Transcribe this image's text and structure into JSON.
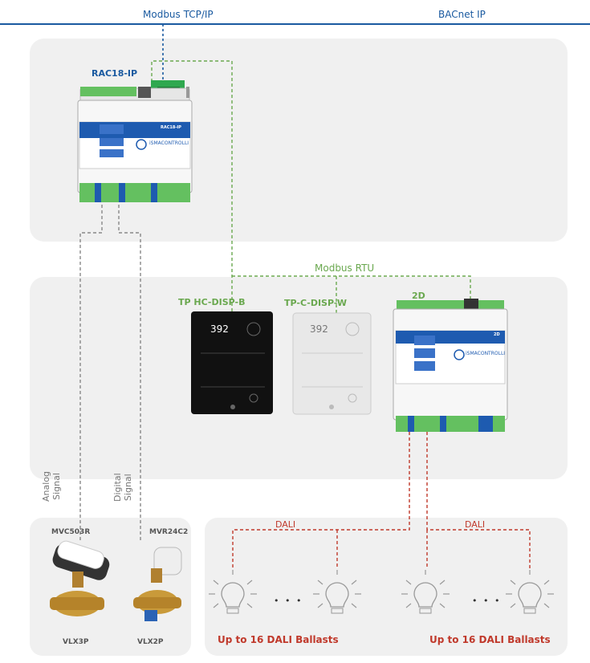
{
  "networks": {
    "modbus_tcp": "Modbus TCP/IP",
    "bacnet": "BACnet IP",
    "modbus_rtu": "Modbus RTU"
  },
  "devices": {
    "controller": {
      "label": "RAC18-IP",
      "panel_name": "RAC18-IP",
      "brand": "iSMACONTROLLI"
    },
    "panel_black": {
      "label": "TP HC-DISP-B",
      "display": "392"
    },
    "panel_white": {
      "label": "TP-C-DISP-W",
      "display": "392"
    },
    "dali_module": {
      "label": "2D",
      "panel_name": "2D",
      "brand": "iSMACONTROLLI"
    }
  },
  "signals": {
    "analog": "Analog\nSignal",
    "digital": "Digital\nSignal"
  },
  "actuators": {
    "left_top": "MVC503R",
    "left_bottom": "VLX3P",
    "right_top": "MVR24C2",
    "right_bottom": "VLX2P"
  },
  "dali": {
    "bus_left": "DALI",
    "bus_right": "DALI",
    "ballast_left": "Up to 16 DALI Ballasts",
    "ballast_right": "Up to 16 DALI Ballasts",
    "ellipsis": "• • •"
  },
  "colors": {
    "modbus_tcp": "#1a5aa0",
    "modbus_rtu": "#6aa84f",
    "dali": "#c0392b",
    "signal": "#777777",
    "zone": "#f0f0f0"
  }
}
